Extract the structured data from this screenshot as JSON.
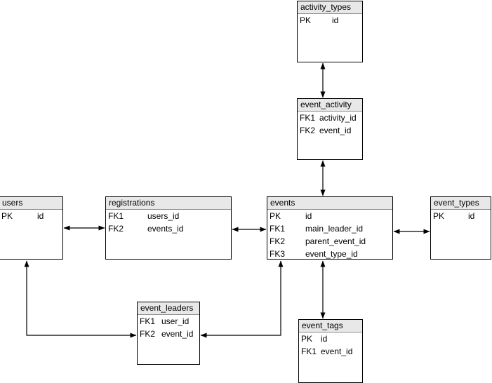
{
  "tables": [
    {
      "name": "activity_types",
      "rows": [
        {
          "key": "PK",
          "attr": "id"
        }
      ]
    },
    {
      "name": "event_activity",
      "rows": [
        {
          "key": "FK1",
          "attr": "activity_id"
        },
        {
          "key": "FK2",
          "attr": "event_id"
        }
      ]
    },
    {
      "name": "users",
      "rows": [
        {
          "key": "PK",
          "attr": "id"
        }
      ]
    },
    {
      "name": "registrations",
      "rows": [
        {
          "key": "FK1",
          "attr": "users_id"
        },
        {
          "key": "FK2",
          "attr": "events_id"
        }
      ]
    },
    {
      "name": "events",
      "rows": [
        {
          "key": "PK",
          "attr": "id"
        },
        {
          "key": "FK1",
          "attr": "main_leader_id"
        },
        {
          "key": "FK2",
          "attr": "parent_event_id"
        },
        {
          "key": "FK3",
          "attr": "event_type_id"
        }
      ]
    },
    {
      "name": "event_types",
      "rows": [
        {
          "key": "PK",
          "attr": "id"
        }
      ]
    },
    {
      "name": "event_leaders",
      "rows": [
        {
          "key": "FK1",
          "attr": "user_id"
        },
        {
          "key": "FK2",
          "attr": "event_id"
        }
      ]
    },
    {
      "name": "event_tags",
      "rows": [
        {
          "key": "PK",
          "attr": "id"
        },
        {
          "key": "FK1",
          "attr": "event_id"
        }
      ]
    }
  ],
  "relationships": [
    {
      "from": "activity_types",
      "to": "event_activity",
      "style": "double-arrow"
    },
    {
      "from": "event_activity",
      "to": "events",
      "style": "double-arrow"
    },
    {
      "from": "users",
      "to": "registrations",
      "style": "double-arrow"
    },
    {
      "from": "registrations",
      "to": "events",
      "style": "double-arrow"
    },
    {
      "from": "events",
      "to": "event_types",
      "style": "double-arrow"
    },
    {
      "from": "users",
      "to": "event_leaders",
      "style": "double-arrow-elbow"
    },
    {
      "from": "events",
      "to": "event_leaders",
      "style": "double-arrow-elbow"
    },
    {
      "from": "events",
      "to": "event_tags",
      "style": "double-arrow"
    }
  ],
  "colors": {
    "header_bg": "#e8e8e8",
    "table_bg": "#ffffff",
    "border": "#000000",
    "edge": "#000000",
    "text": "#000000",
    "canvas_bg": "#ffffff"
  }
}
